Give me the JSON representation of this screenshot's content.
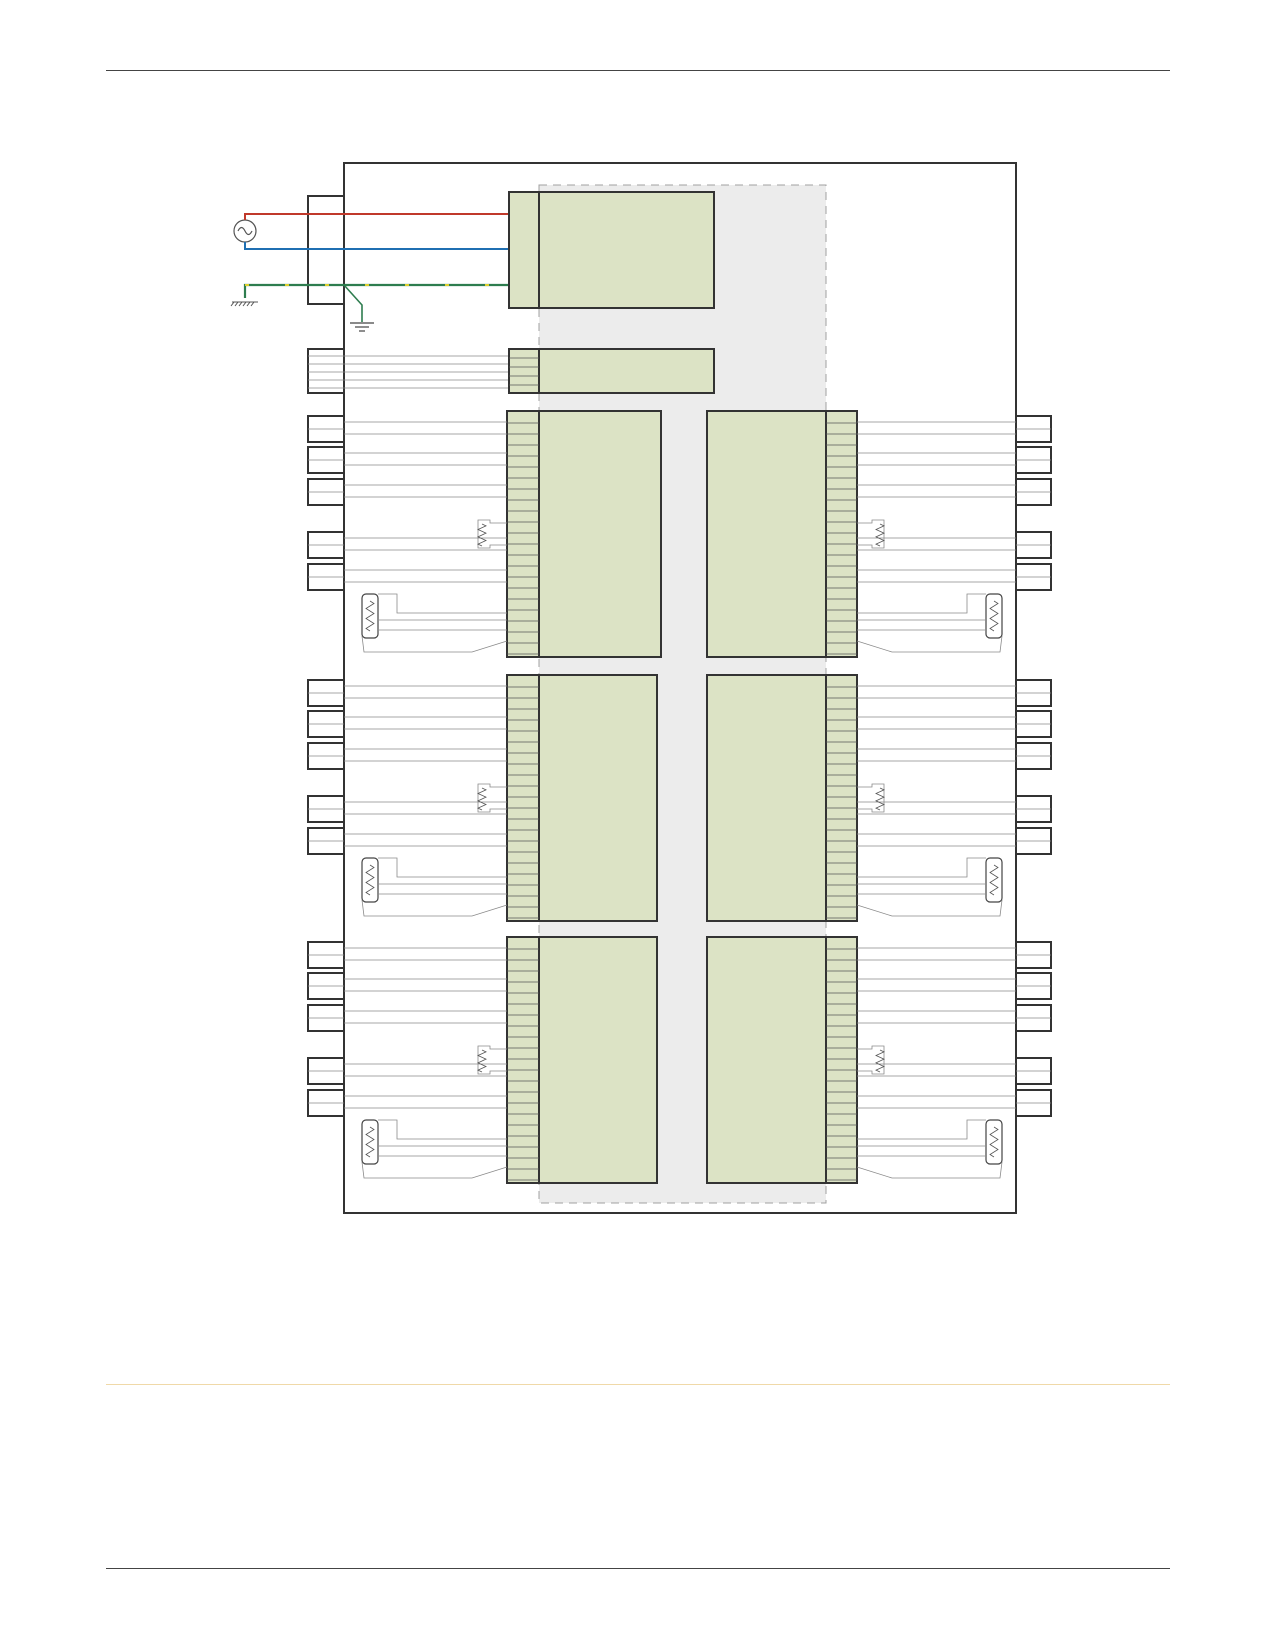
{
  "page": {
    "background": "#ffffff"
  },
  "diagram": {
    "line_color": "#333333",
    "wire_color": "#8a8a8a",
    "module_fill": "#dce3c5",
    "zone_fill": "#ececec",
    "zone_border": "#a0a0a0",
    "live_wire_color": "#c0392b",
    "neutral_wire_color": "#1f6fb2",
    "earth_wire_color": "#2e7d4f",
    "earth_stripe_color": "#e0d030",
    "footer_rule_color": "#f0d9a8",
    "left_column_modules": 3,
    "right_column_modules": 3,
    "terminals_per_module": 5
  }
}
